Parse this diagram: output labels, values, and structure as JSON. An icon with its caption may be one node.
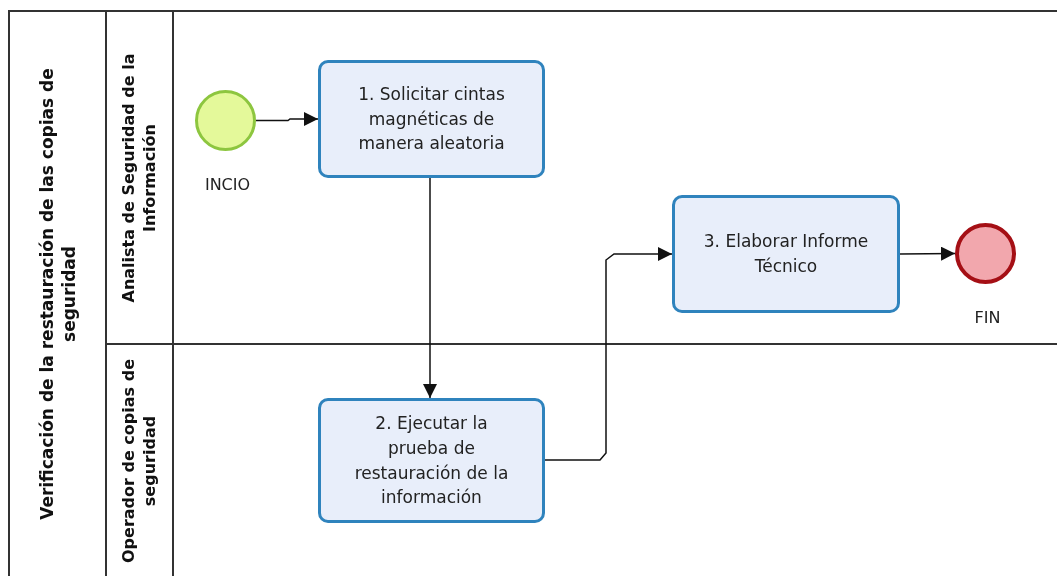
{
  "diagram": {
    "nodes": [
      {
        "text": [
          "Verificación de la restauración de las copias de seguridad"
        ]
      },
      {
        "text": [
          "Analista de Seguridad de la Información"
        ],
        "in": 0
      },
      {
        "text": [
          "Operador de copias de seguridad"
        ],
        "in": 0
      },
      {
        "text": [],
        "shape": "circle",
        "in": 1,
        "beside": [
          "INCIO"
        ]
      },
      {
        "text": [
          "1. Solicitar cintas magnéticas de manera aleatoria"
        ],
        "in": 1
      },
      {
        "text": [
          "2. Ejecutar la prueba de restauración de la información"
        ],
        "in": 2
      },
      {
        "text": [
          "3. Elaborar Informe Técnico"
        ],
        "in": 1
      },
      {
        "text": [],
        "shape": "circle",
        "in": 1,
        "beside": [
          "FIN"
        ]
      }
    ],
    "edges": [
      {
        "from": 3,
        "to": 4,
        "arrow": "to"
      },
      {
        "from": 4,
        "to": 5,
        "arrow": "to"
      },
      {
        "from": 5,
        "to": 6,
        "arrow": "to"
      },
      {
        "from": 6,
        "to": 7,
        "arrow": "to"
      }
    ]
  }
}
